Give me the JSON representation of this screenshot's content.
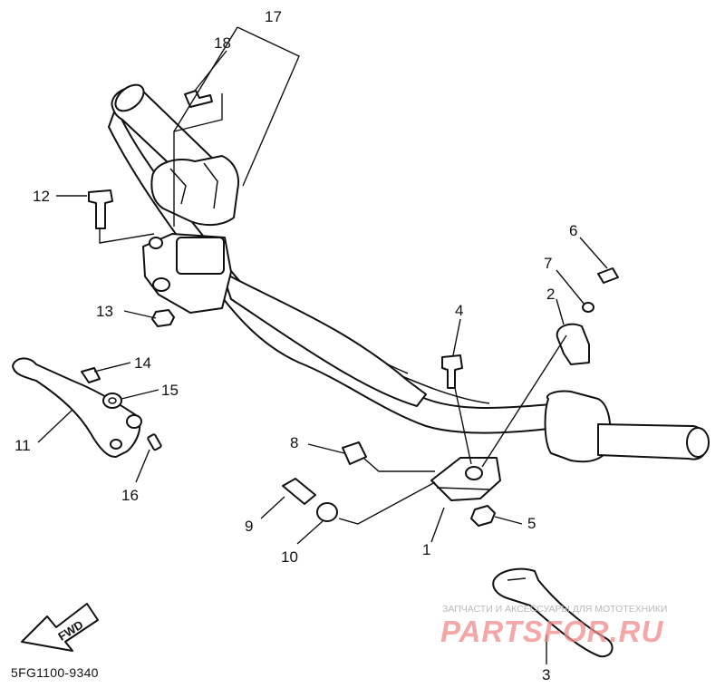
{
  "diagram_code": "5FG1100-9340",
  "fwd_label": "FWD",
  "watermark": {
    "tagline": "ЗАПЧАСТИ И АКСЕССУАРЫ ДЛЯ МОТОТЕХНИКИ",
    "brand": "PARTSFOR.RU"
  },
  "callouts": {
    "c1": "1",
    "c2": "2",
    "c3": "3",
    "c4": "4",
    "c5": "5",
    "c6": "6",
    "c7": "7",
    "c8": "8",
    "c9": "9",
    "c10": "10",
    "c11": "11",
    "c12": "12",
    "c13": "13",
    "c14": "14",
    "c15": "15",
    "c16": "16",
    "c17": "17",
    "c18": "18"
  },
  "colors": {
    "line": "#111111",
    "watermark_brand": "#f18a8a",
    "watermark_text": "#b9b9b9"
  }
}
